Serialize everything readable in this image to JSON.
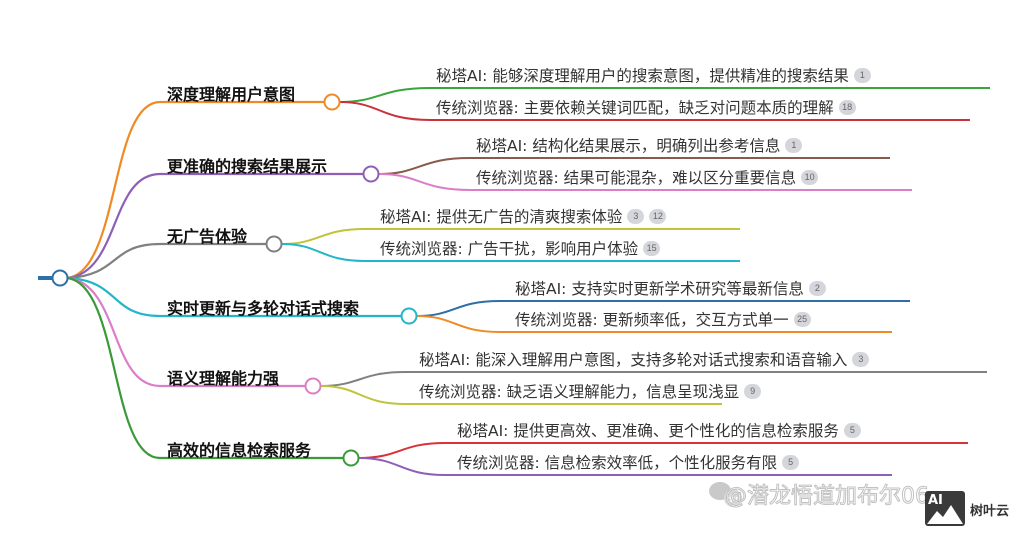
{
  "root": {
    "color": "#2e6fa8"
  },
  "branches": [
    {
      "label": "深度理解用户意图",
      "color": "#f08a24",
      "leaves": [
        {
          "text": "秘塔AI: 能够深度理解用户的搜索意图，提供精准的搜索结果",
          "badges": [
            "1"
          ],
          "color": "#3aa63a"
        },
        {
          "text": "传统浏览器: 主要依赖关键词匹配，缺乏对问题本质的理解",
          "badges": [
            "18"
          ],
          "color": "#c8323a"
        }
      ]
    },
    {
      "label": "更准确的搜索结果展示",
      "color": "#8e5fb8",
      "leaves": [
        {
          "text": "秘塔AI: 结构化结果展示，明确列出参考信息",
          "badges": [
            "1"
          ],
          "color": "#8a5a4c"
        },
        {
          "text": "传统浏览器: 结果可能混杂，难以区分重要信息",
          "badges": [
            "10"
          ],
          "color": "#da7ec8"
        }
      ]
    },
    {
      "label": "无广告体验",
      "color": "#808080",
      "leaves": [
        {
          "text": "秘塔AI: 提供无广告的清爽搜索体验",
          "badges": [
            "3",
            "12"
          ],
          "color": "#bfc43a"
        },
        {
          "text": "传统浏览器: 广告干扰，影响用户体验",
          "badges": [
            "15"
          ],
          "color": "#23b6c9"
        }
      ]
    },
    {
      "label": "实时更新与多轮对话式搜索",
      "color": "#23b6c9",
      "leaves": [
        {
          "text": "秘塔AI: 支持实时更新学术研究等最新信息",
          "badges": [
            "2"
          ],
          "color": "#2e6fa8"
        },
        {
          "text": "传统浏览器: 更新频率低，交互方式单一",
          "badges": [
            "25"
          ],
          "color": "#f08a24"
        }
      ]
    },
    {
      "label": "语义理解能力强",
      "color": "#da7ec8",
      "leaves": [
        {
          "text": "秘塔AI: 能深入理解用户意图，支持多轮对话式搜索和语音输入",
          "badges": [
            "3"
          ],
          "color": "#808080"
        },
        {
          "text": "传统浏览器: 缺乏语义理解能力，信息呈现浅显",
          "badges": [
            "9"
          ],
          "color": "#bfc43a"
        }
      ]
    },
    {
      "label": "高效的信息检索服务",
      "color": "#3a9a3a",
      "leaves": [
        {
          "text": "秘塔AI: 提供更高效、更准确、更个性化的信息检索服务",
          "badges": [
            "5"
          ],
          "color": "#d8323a"
        },
        {
          "text": "传统浏览器: 信息检索效率低，个性化服务有限",
          "badges": [
            "5"
          ],
          "color": "#8e5fb8"
        }
      ]
    }
  ],
  "watermark": {
    "text": "@潜龙悟道加布尔06",
    "logo_mark": "AI",
    "logo_text": "树叶云"
  }
}
